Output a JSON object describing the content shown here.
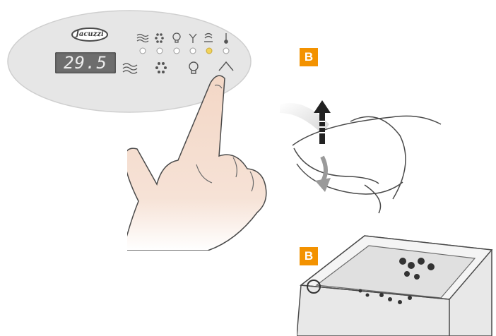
{
  "panel": {
    "brand_logo": "Jacuzzi",
    "temperature_display": "29.5",
    "indicator_icons": [
      "blower-icon",
      "jets-icon",
      "light-icon",
      "filter-icon",
      "heater-icon",
      "thermometer-icon"
    ],
    "button_icons": [
      "blower-icon",
      "jets-icon",
      "light-icon",
      "up-arrow-icon"
    ],
    "active_indicator_index": 4
  },
  "callouts": {
    "cover_badge": "B",
    "tub_badge": "B"
  },
  "colors": {
    "panel_fill": "#e6e6e6",
    "display_fill": "#6d6d6d",
    "badge": "#f39200",
    "active_led": "#f2d35a",
    "skin": "#f3d7c6"
  }
}
